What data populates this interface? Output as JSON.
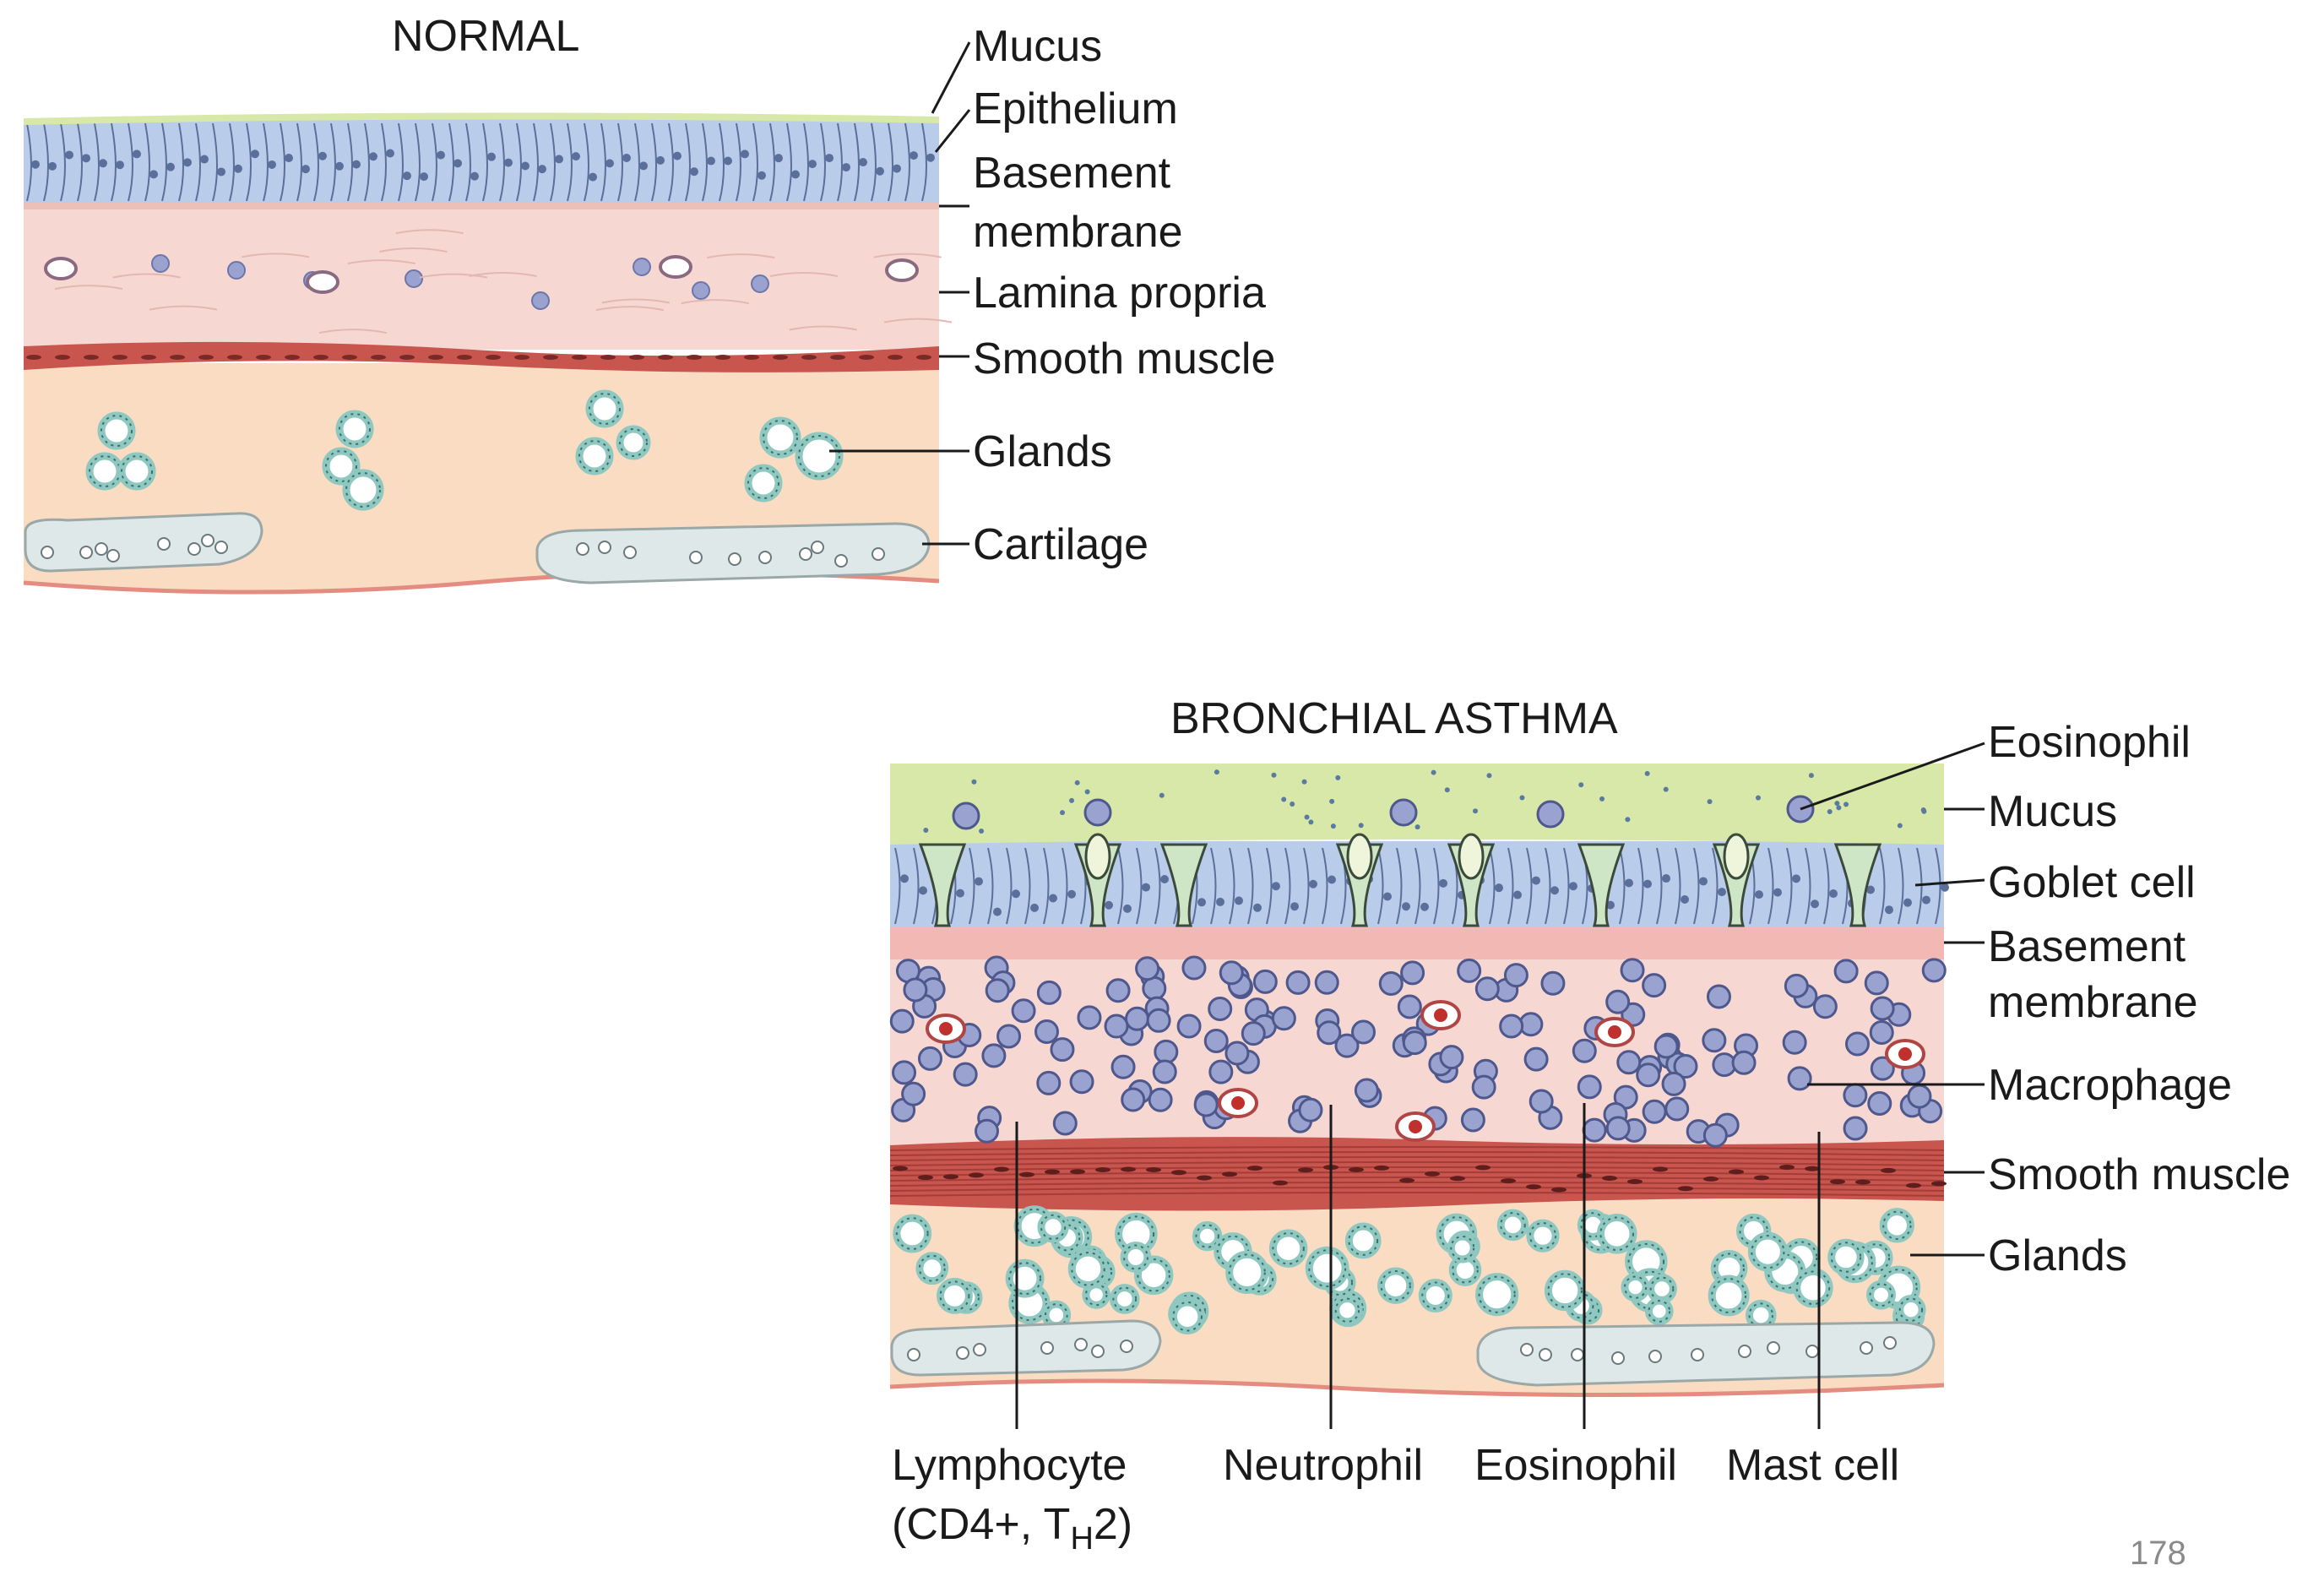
{
  "normal": {
    "title": "NORMAL",
    "labels": {
      "mucus": "Mucus",
      "epithelium": "Epithelium",
      "basement_1": "Basement",
      "basement_2": "membrane",
      "lamina_propria": "Lamina propria",
      "smooth_muscle": "Smooth muscle",
      "glands": "Glands",
      "cartilage": "Cartilage"
    }
  },
  "asthma": {
    "title": "BRONCHIAL ASTHMA",
    "labels": {
      "eosinophil_top": "Eosinophil",
      "mucus": "Mucus",
      "goblet_cell": "Goblet cell",
      "basement_1": "Basement",
      "basement_2": "membrane",
      "macrophage": "Macrophage",
      "smooth_muscle": "Smooth muscle",
      "glands": "Glands"
    },
    "bottom_labels": {
      "lymphocyte_1": "Lymphocyte",
      "lymphocyte_2_prefix": "(CD4+, T",
      "lymphocyte_2_sub": "H",
      "lymphocyte_2_suffix": "2)",
      "neutrophil": "Neutrophil",
      "eosinophil": "Eosinophil",
      "mast_cell": "Mast cell"
    }
  },
  "page_number": "178",
  "colors": {
    "mucus": "#d8e8a8",
    "epithelium": "#b9cdea",
    "lamina": "#f6d7d2",
    "basement": "#f2b8b3",
    "muscle": "#c9554f",
    "submucosa": "#f9dcc2",
    "gland": "#8ec8c0",
    "cartilage": "#dfe8e8",
    "cell": "#9aa3cf"
  }
}
